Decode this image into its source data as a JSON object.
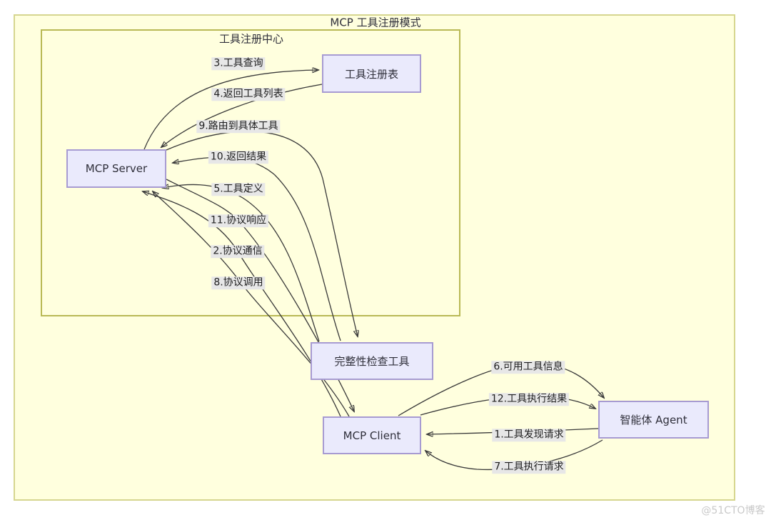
{
  "diagram": {
    "title": "MCP 工具注册模式",
    "cluster_label": "工具注册中心",
    "nodes": [
      {
        "id": "mcp-server",
        "label": "MCP Server"
      },
      {
        "id": "tool-registry",
        "label": "工具注册表"
      },
      {
        "id": "integrity-check-tool",
        "label": "完整性检查工具"
      },
      {
        "id": "mcp-client",
        "label": "MCP Client"
      },
      {
        "id": "agent",
        "label": "智能体 Agent"
      }
    ],
    "edges": [
      {
        "num": 1,
        "label": "1.工具发现请求",
        "from": "agent",
        "to": "mcp-client"
      },
      {
        "num": 2,
        "label": "2.协议通信",
        "from": "mcp-client",
        "to": "mcp-server"
      },
      {
        "num": 3,
        "label": "3.工具查询",
        "from": "mcp-server",
        "to": "tool-registry"
      },
      {
        "num": 4,
        "label": "4.返回工具列表",
        "from": "tool-registry",
        "to": "mcp-server"
      },
      {
        "num": 5,
        "label": "5.工具定义",
        "from": "integrity-check-tool",
        "to": "mcp-server"
      },
      {
        "num": 6,
        "label": "6.可用工具信息",
        "from": "mcp-client",
        "to": "agent"
      },
      {
        "num": 7,
        "label": "7.工具执行请求",
        "from": "agent",
        "to": "mcp-client"
      },
      {
        "num": 8,
        "label": "8.协议调用",
        "from": "mcp-client",
        "to": "mcp-server"
      },
      {
        "num": 9,
        "label": "9.路由到具体工具",
        "from": "mcp-server",
        "to": "integrity-check-tool"
      },
      {
        "num": 10,
        "label": "10.返回结果",
        "from": "integrity-check-tool",
        "to": "mcp-server"
      },
      {
        "num": 11,
        "label": "11.协议响应",
        "from": "mcp-server",
        "to": "mcp-client"
      },
      {
        "num": 12,
        "label": "12.工具执行结果",
        "from": "mcp-client",
        "to": "agent"
      }
    ],
    "colors": {
      "canvas_bg": "#ffffff",
      "frame_bg": "#ffffde",
      "frame_border": "#d6d68f",
      "cluster_border": "#b9b955",
      "node_fill": "#eaeafc",
      "node_border": "#a79bd2",
      "edge_stroke": "#3a3a3a",
      "edge_label_bg": "#e7e7e7",
      "text": "#2f2f3a",
      "watermark": "#c9c9c9"
    }
  },
  "watermark": "@51CTO博客"
}
